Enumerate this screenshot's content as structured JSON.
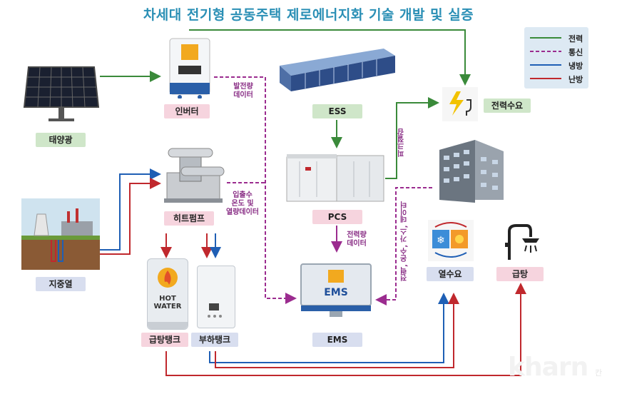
{
  "title": "차세대 전기형 공동주택 제로에너지화 기술 개발 및 실증",
  "nodes": {
    "solar": "태양광",
    "inverter": "인버터",
    "geothermal": "지중열",
    "heatpump": "히트펌프",
    "ess": "ESS",
    "pcs": "PCS",
    "ems": "EMS",
    "power_demand": "전력수요",
    "heat_demand": "열수요",
    "hot_water": "급탕",
    "hw_tank": "급탕탱크",
    "load_tank": "부하탱크"
  },
  "annotations": {
    "generation_data_1": "발전량",
    "generation_data_2": "데이터",
    "heatpump_data_1": "입출수",
    "heatpump_data_2": "온도 및",
    "heatpump_data_3": "열량데이터",
    "power_data_1": "전력량",
    "power_data_2": "데이터",
    "peak_saving": "피크절감",
    "building_data": "전력, 온수, 가스, 데이터"
  },
  "hot_water_icon_text_1": "HOT",
  "hot_water_icon_text_2": "WATER",
  "ems_icon_text": "EMS",
  "legend": {
    "power": "전력",
    "comm": "통신",
    "cooling": "냉방",
    "heating": "난방"
  },
  "watermark": "kharn",
  "watermark_sub": "칸",
  "colors": {
    "power": "#3a8a3a",
    "comm": "#9b2c8f",
    "cooling": "#1f5fb5",
    "heating": "#c0282d",
    "title": "#2a8fb5"
  },
  "icons": [
    "solar-panel-icon",
    "inverter-icon",
    "geothermal-icon",
    "heat-pump-icon",
    "ess-rack-icon",
    "pcs-cabinet-icon",
    "ems-monitor-icon",
    "power-plug-icon",
    "building-icon",
    "heat-cool-icon",
    "shower-icon",
    "hot-water-tank-icon",
    "boiler-tank-icon"
  ]
}
